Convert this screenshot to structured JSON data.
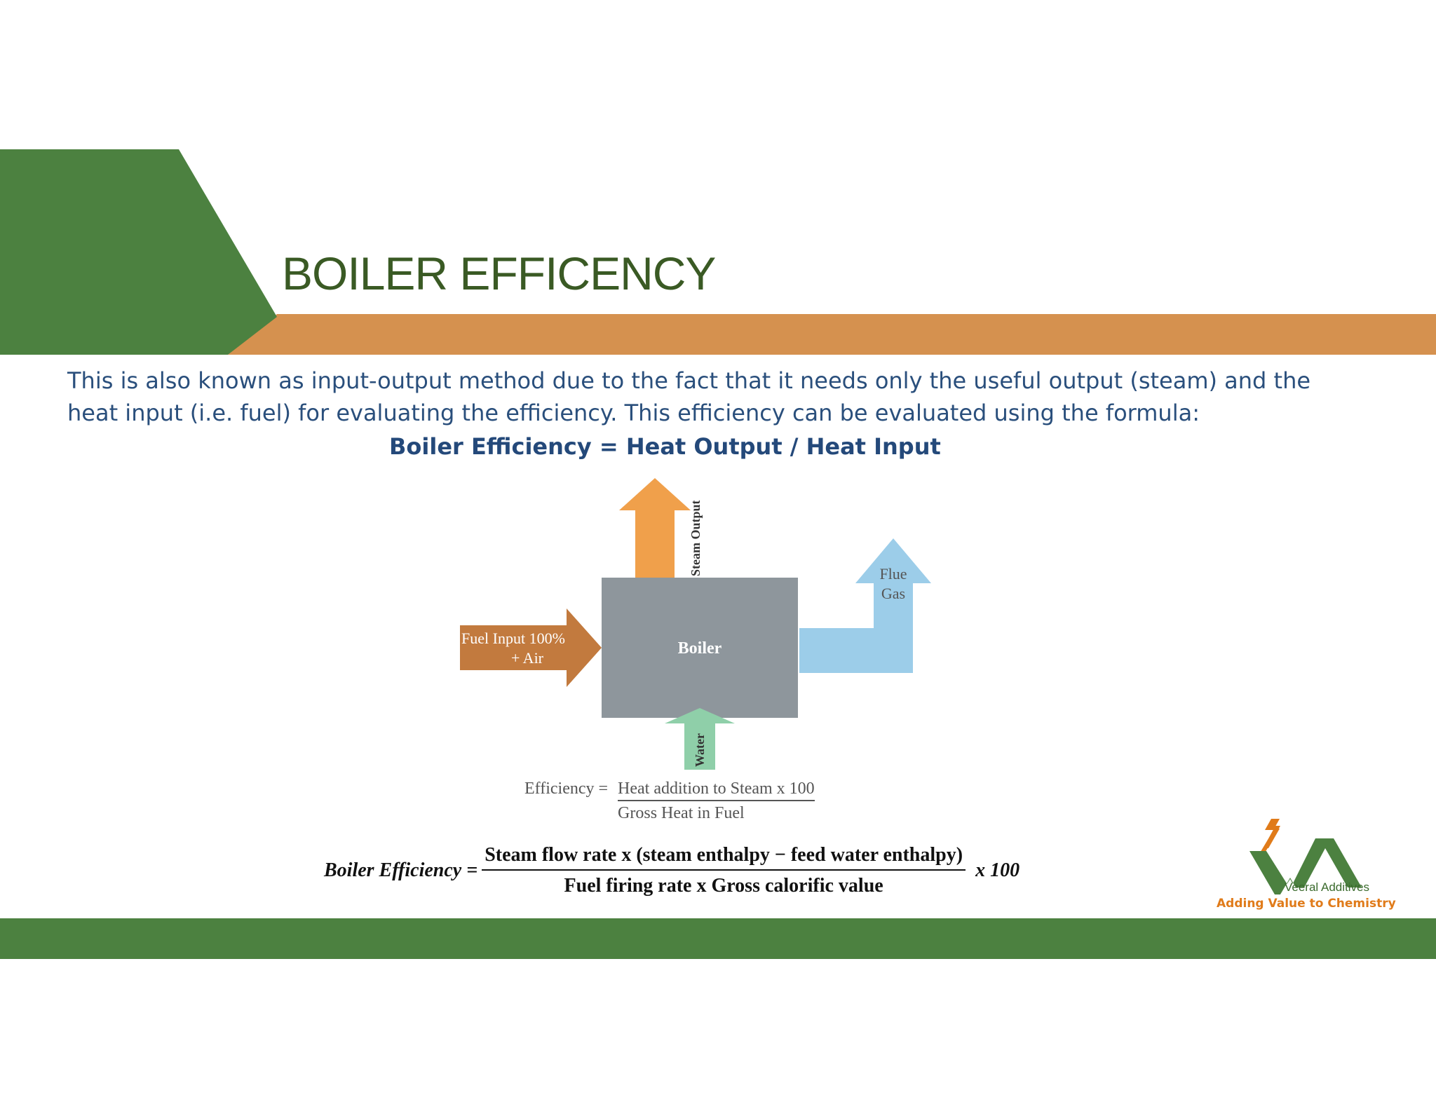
{
  "slide": {
    "title": "BOILER EFFICENCY",
    "paragraph": [
      "This is also known as input-output method due to the fact that it needs only the useful output (steam) and the",
      "heat input (i.e. fuel) for evaluating the efficiency. This efficiency can be evaluated using the formula:"
    ],
    "formula": "Boiler Efficiency  =  Heat Output / Heat Input"
  },
  "diagram": {
    "boiler_label": "Boiler",
    "steam_output_label": "Steam Output",
    "flue_gas_label_line1": "Flue",
    "flue_gas_label_line2": "Gas",
    "fuel_input_label_line1": "Fuel Input 100%",
    "fuel_input_label_line2": "+ Air",
    "water_label": "Water",
    "colors": {
      "boiler": "#8e969c",
      "steam": "#f0a04b",
      "flue": "#9ccde9",
      "fuel": "#c27a3e",
      "water": "#8fcfa9"
    }
  },
  "efficiency_small": {
    "lhs": "Efficiency =",
    "numerator": "Heat addition to Steam  x 100",
    "denominator": "Gross Heat in Fuel"
  },
  "efficiency_big": {
    "lhs": "Boiler Efficiency =",
    "numerator": "Steam flow rate x (steam enthalpy −  feed water enthalpy)",
    "denominator": "Fuel firing rate x Gross calorific value",
    "multiplier": "x 100"
  },
  "logo": {
    "name": "Veeral Additives",
    "tagline": "Adding Value to Chemistry"
  },
  "theme": {
    "green": "#4c8140",
    "orange": "#d5914f",
    "title_color": "#3a5a24",
    "text_blue": "#2a4f7c"
  }
}
